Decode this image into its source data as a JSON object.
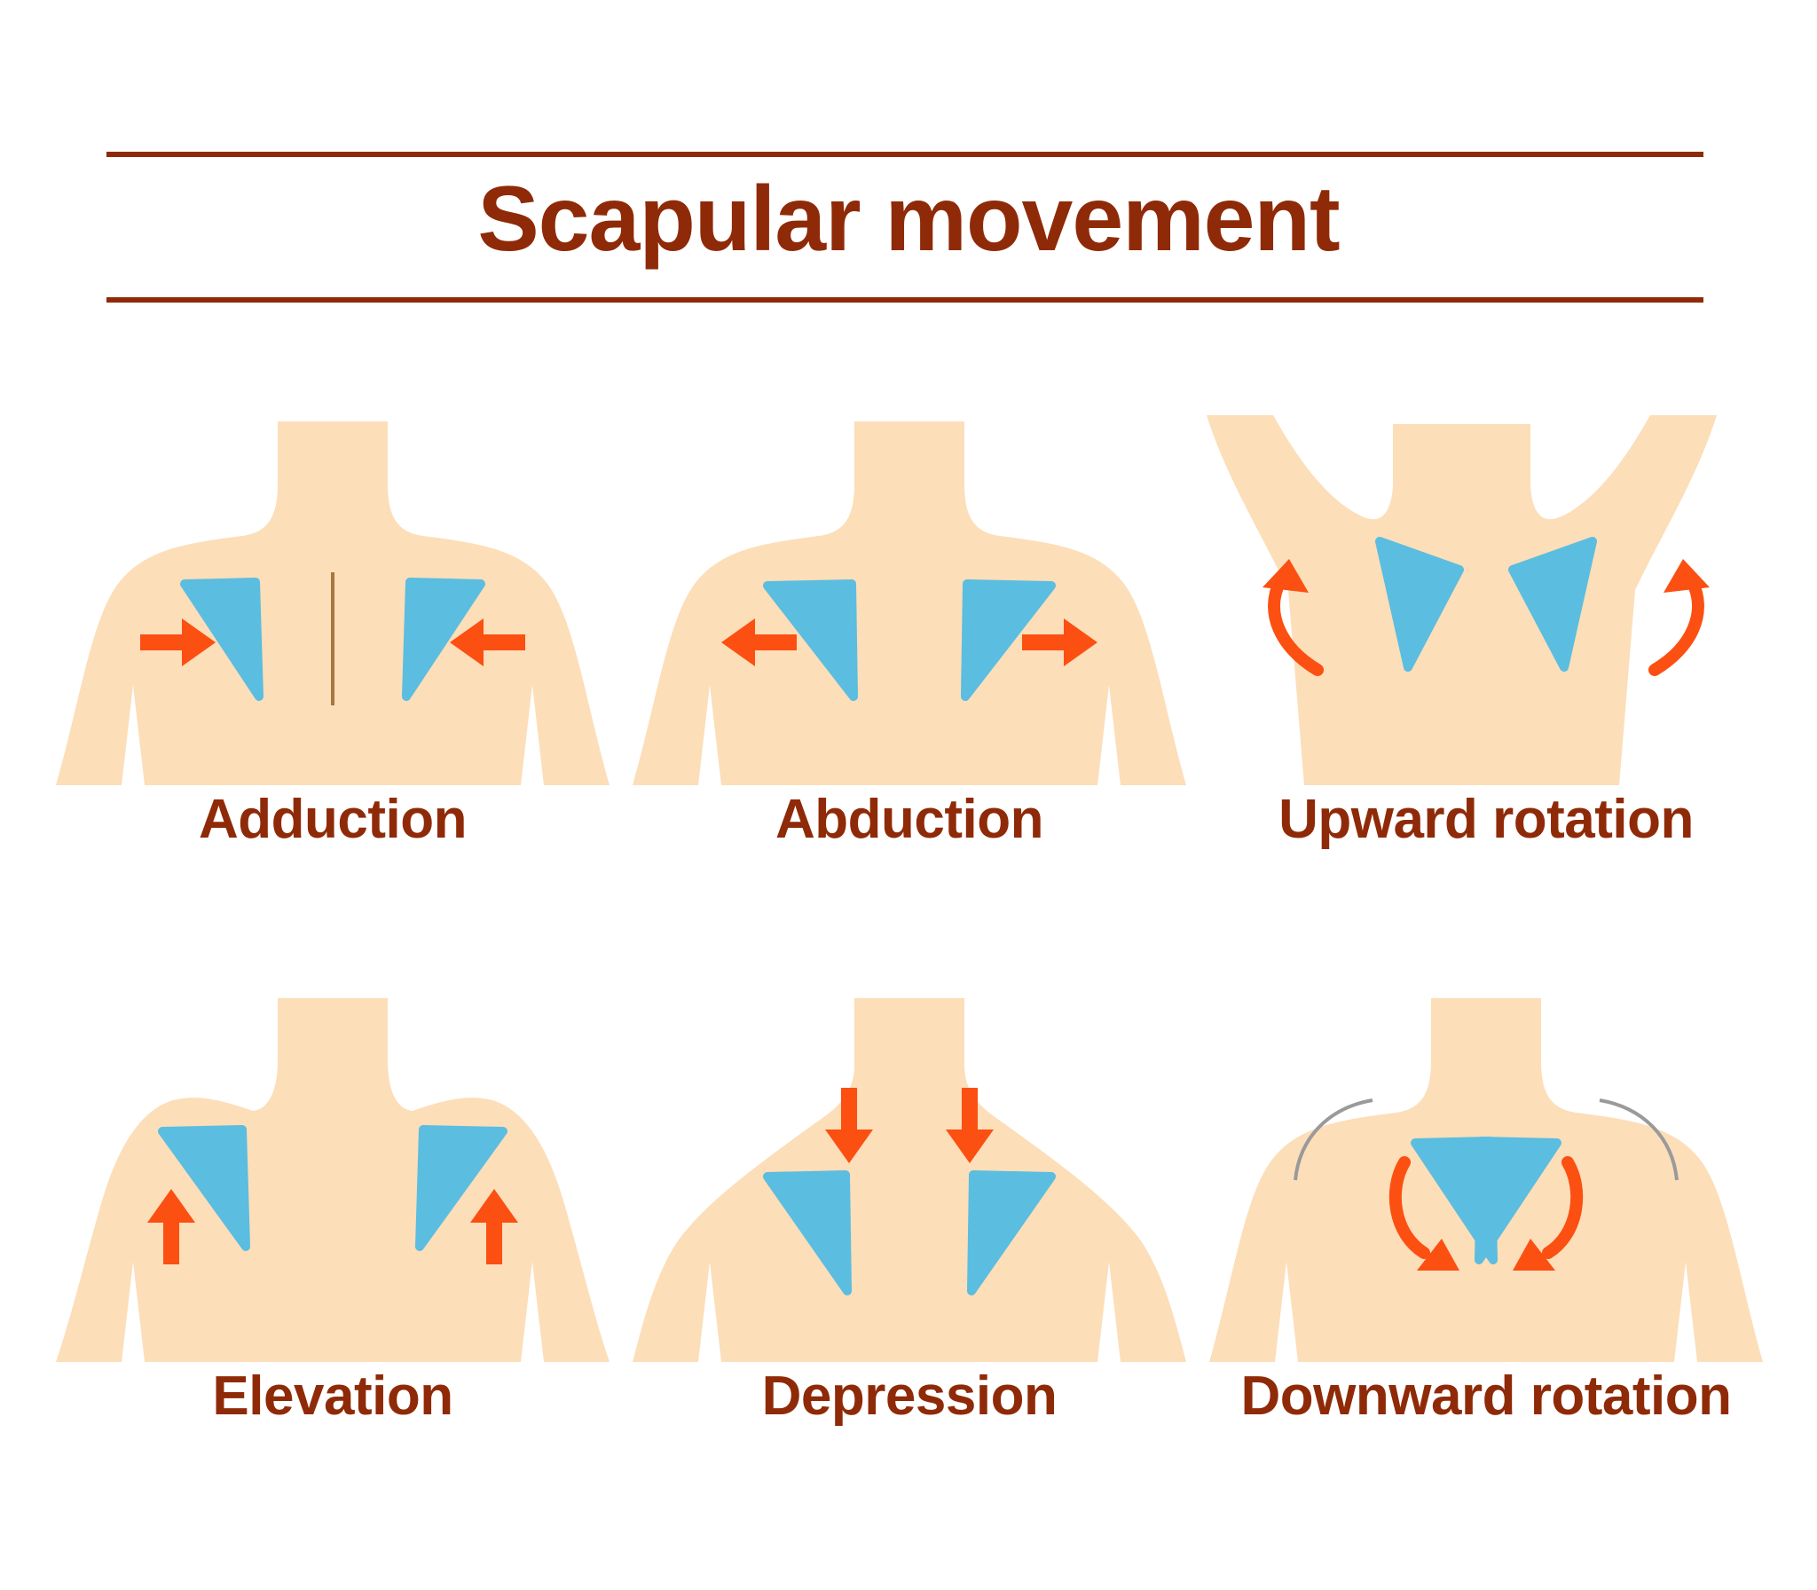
{
  "title": "Scapular movement",
  "colors": {
    "text": "#8f2a08",
    "skin": "#fcdeb9",
    "scapula": "#5bbde0",
    "arrow": "#fc4f12",
    "spine_line": "#a8773f",
    "motion_line": "#9a9a9a"
  },
  "movements": [
    {
      "id": "adduction",
      "label": "Adduction",
      "pose": "normal",
      "scapula": "adducted",
      "arrows": "inward",
      "midline": true
    },
    {
      "id": "abduction",
      "label": "Abduction",
      "pose": "normal",
      "scapula": "abducted",
      "arrows": "outward"
    },
    {
      "id": "upward-rotation",
      "label": "Upward rotation",
      "pose": "arms-raised",
      "scapula": "upward-rotated",
      "arrows": "curved-up"
    },
    {
      "id": "elevation",
      "label": "Elevation",
      "pose": "normal",
      "scapula": "elevated",
      "arrows": "up"
    },
    {
      "id": "depression",
      "label": "Depression",
      "pose": "sloped",
      "scapula": "depressed",
      "arrows": "down"
    },
    {
      "id": "downward-rotation",
      "label": "Downward rotation",
      "pose": "normal",
      "scapula": "downward-rotated",
      "arrows": "curved-down",
      "shoulder_motion_lines": true
    }
  ]
}
